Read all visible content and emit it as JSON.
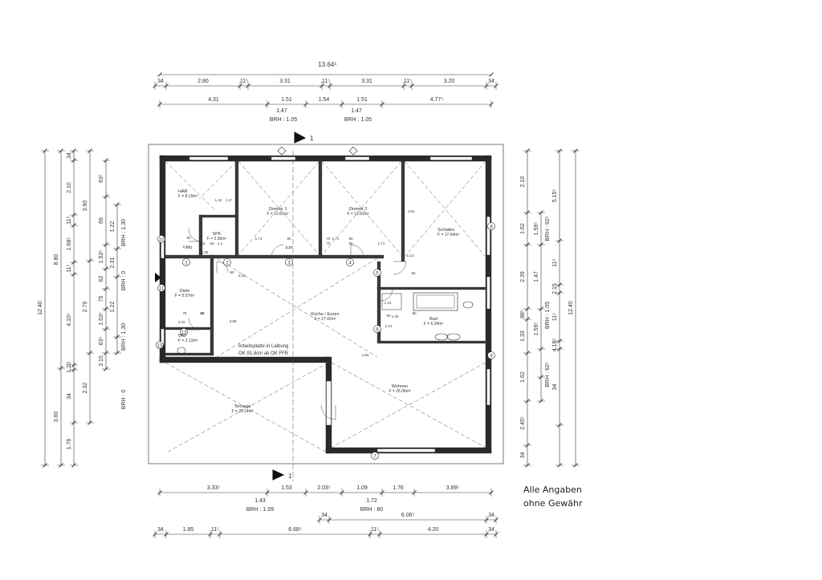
{
  "plan": {
    "overall_width": "13.64⁵",
    "note_lines": [
      "Alle Angaben",
      "ohne Gewähr"
    ],
    "section_mark": "1",
    "dims": {
      "top_row1": [
        "34",
        "2.80",
        "11⁵",
        "3.31",
        "11⁵",
        "3.31",
        "11⁵",
        "3.20",
        "34"
      ],
      "top_row2": [
        "4.31",
        "1.51",
        "1.54",
        "1.51",
        "4.77⁵"
      ],
      "top_row3": [
        "1.47",
        "1.47"
      ],
      "top_brh": [
        "BRH : 1.05",
        "BRH : 1.05"
      ],
      "bottom_row1": [
        "3.33⁵",
        "1.53",
        "2.03⁵",
        "1.09",
        "1.76",
        "3.89⁵"
      ],
      "bottom_row2": [
        "1.43",
        "1.72"
      ],
      "bottom_brh": [
        "BRH : 1.09",
        "BRH : 80"
      ],
      "bottom_row3": [
        "34",
        "6.06⁵",
        "34"
      ],
      "bottom_row4": [
        "34",
        "1.85",
        "11⁵",
        "6.68⁵",
        "11⁵",
        "4.20",
        "34"
      ],
      "left_col1": [
        "12.40"
      ],
      "left_col2": [
        "8.80",
        "3.60"
      ],
      "left_col3": [
        "34",
        "2.10",
        "11⁵",
        "1.68⁵",
        "11⁵",
        "4.10⁵",
        "1.20",
        "34",
        "1.76",
        "1.09"
      ],
      "left_col4": [
        "3.90",
        "2.79",
        "2.32"
      ],
      "left_col5": [
        "63⁵",
        "69",
        "1.53⁵",
        "62",
        "75",
        "1.53⁵",
        "63⁵",
        "3.15"
      ],
      "left_col6": [
        "1.22",
        "2.31",
        "1.22"
      ],
      "left_brh": [
        "BRH : 1.30",
        "BRH : 0",
        "BRH : 1.30",
        "BRH : 0"
      ],
      "right_col1": [
        "2.10",
        "1.62",
        "2.39",
        "88⁵",
        "1.33",
        "1.62",
        "2.45⁵",
        "34"
      ],
      "right_col2": [
        "1.59⁵",
        "1.47",
        "1.59⁵"
      ],
      "right_brh": [
        "BRH : 92⁵",
        "BRH : 1.05",
        "BRH : 92⁵"
      ],
      "right_col3": [
        "5.15⁵",
        "11⁵",
        "2.15",
        "11⁵",
        "4.18⁵",
        "34"
      ],
      "right_col4": [
        "12.40"
      ]
    },
    "rooms": [
      {
        "name": "HAR",
        "area": "F = 8.19m²"
      },
      {
        "name": "Zimmer 1",
        "area": "F = 12.81m²"
      },
      {
        "name": "Zimmer 2",
        "area": "F = 12.81m²"
      },
      {
        "name": "Schlafen",
        "area": "F = 17.64m²"
      },
      {
        "name": "SPK",
        "area": "F = 2.36m²"
      },
      {
        "name": "Diele",
        "area": "F = 5.57m²"
      },
      {
        "name": "WC",
        "area": "F = 2.13m²"
      },
      {
        "name": "Küche / Essen",
        "area": "F = 27.42m²"
      },
      {
        "name": "Bad",
        "area": "F = 6.34m²"
      },
      {
        "name": "Wohnen",
        "area": "F = 25.06m²"
      },
      {
        "name": "Terrasse",
        "area": "F = 25.14m²"
      }
    ],
    "worktop_note": [
      "Arbeitsplatte in Laibung",
      "OK 91.8cm ab OK FFB"
    ],
    "inner_dims": [
      "1.42",
      "1.71",
      "90",
      "2.27",
      "2.23",
      "1.71",
      "90",
      "2.27",
      "70",
      "90",
      "1.71",
      "70",
      "4.81",
      "1.1⁵",
      "90",
      "2.23",
      "63",
      "63",
      "1.1",
      "2.25",
      "90",
      "2.22",
      "78",
      "65",
      "2.23",
      "85",
      "3.68",
      "1.84",
      "1.12",
      "65",
      "90",
      "1.20",
      "2.21",
      "1.13",
      "90"
    ],
    "markers": [
      "1",
      "2",
      "3",
      "4",
      "5",
      "6",
      "7",
      "8",
      "9",
      "10",
      "11",
      "12",
      "13"
    ]
  }
}
